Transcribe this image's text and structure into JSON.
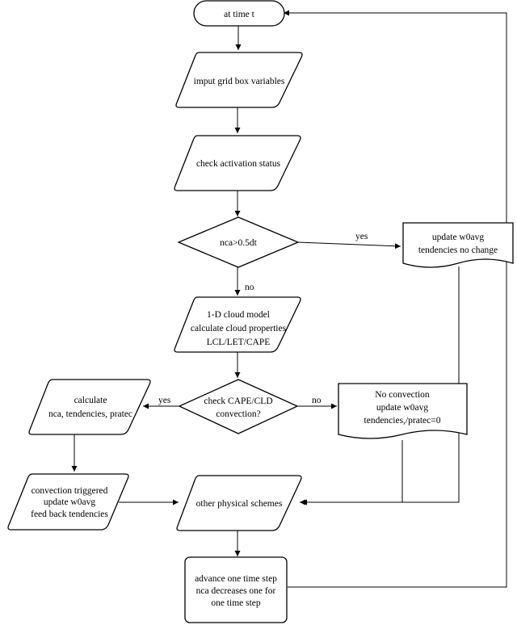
{
  "nodes": {
    "start": {
      "line1": "at time t"
    },
    "input": {
      "line1": "imput grid box variables"
    },
    "check_activation": {
      "line1": "check activation status"
    },
    "nca_decision": {
      "line1": "nca>0.5dt"
    },
    "update_no_change": {
      "line1": "update w0avg",
      "line2": "tendencies no change"
    },
    "cloud_model": {
      "line1": "1-D cloud model",
      "line2": "calculate cloud properties",
      "line3": "LCL/LET/CAPE"
    },
    "cape_decision": {
      "line1": "check CAPE/CLD",
      "line2": "convection?"
    },
    "calculate": {
      "line1": "calculate",
      "line2": "nca, tendencies, pratec"
    },
    "no_convection": {
      "line1": "No convection",
      "line2": "update w0avg",
      "line3": "tendencies,/pratec=0"
    },
    "triggered": {
      "line1": "convection triggered",
      "line2": "update w0avg",
      "line3": "feed back tendencies"
    },
    "physics": {
      "line1": "other physical schemes"
    },
    "advance": {
      "line1": "advance one time step",
      "line2": "nca decreases one for",
      "line3": "one time step"
    }
  },
  "edge_labels": {
    "nca_yes": "yes",
    "nca_no": "no",
    "cape_yes": "yes",
    "cape_no": "no"
  }
}
